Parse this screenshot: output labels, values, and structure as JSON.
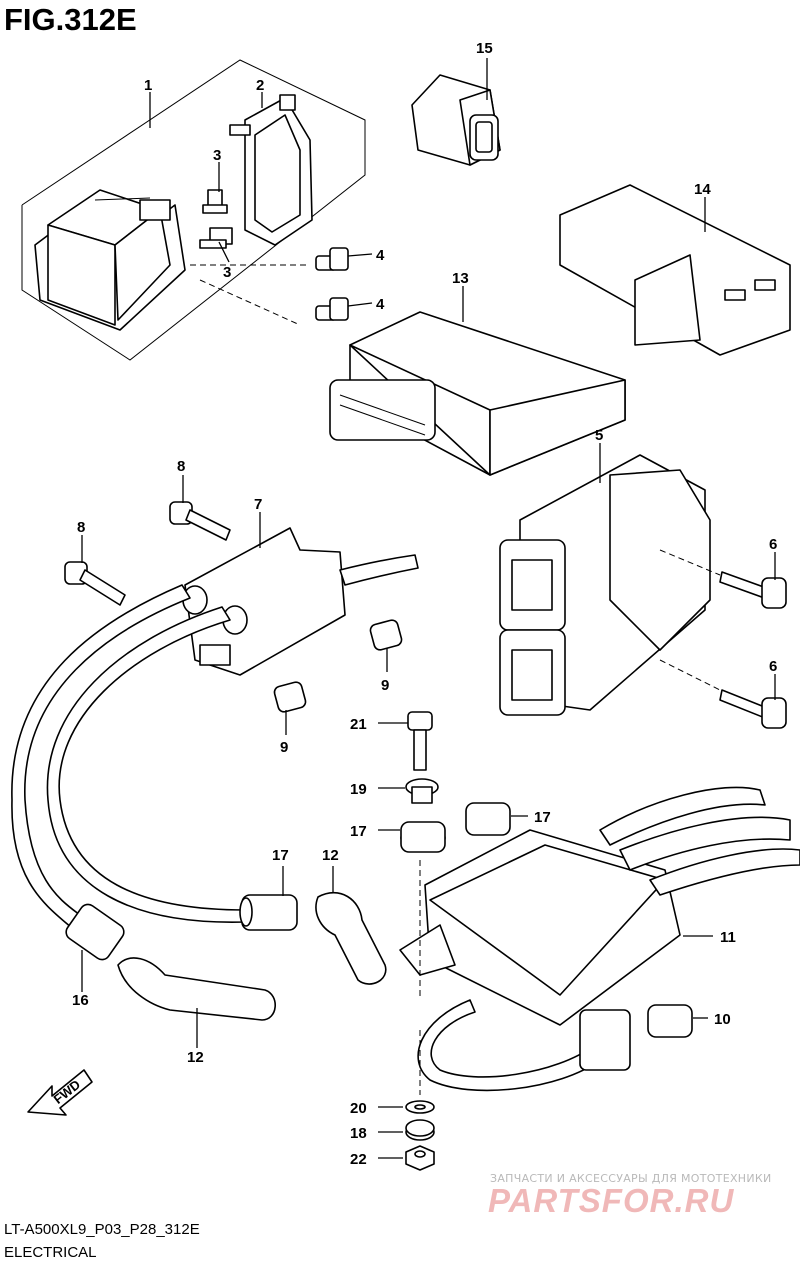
{
  "figure": {
    "title": "FIG.312E",
    "code": "LT-A500XL9_P03_P28_312E",
    "section": "ELECTRICAL",
    "direction_label": "FWD"
  },
  "watermark": {
    "top": "ЗАПЧАСТИ И АКСЕССУАРЫ ДЛЯ МОТОТЕХНИКИ",
    "logo": "PARTSFOR.RU"
  },
  "callouts": [
    {
      "id": "c1",
      "text": "1"
    },
    {
      "id": "c2",
      "text": "2"
    },
    {
      "id": "c3a",
      "text": "3"
    },
    {
      "id": "c3b",
      "text": "3"
    },
    {
      "id": "c4a",
      "text": "4"
    },
    {
      "id": "c4b",
      "text": "4"
    },
    {
      "id": "c15",
      "text": "15"
    },
    {
      "id": "c14",
      "text": "14"
    },
    {
      "id": "c13",
      "text": "13"
    },
    {
      "id": "c5",
      "text": "5"
    },
    {
      "id": "c8a",
      "text": "8"
    },
    {
      "id": "c8b",
      "text": "8"
    },
    {
      "id": "c7",
      "text": "7"
    },
    {
      "id": "c6a",
      "text": "6"
    },
    {
      "id": "c6b",
      "text": "6"
    },
    {
      "id": "c9a",
      "text": "9"
    },
    {
      "id": "c9b",
      "text": "9"
    },
    {
      "id": "c21",
      "text": "21"
    },
    {
      "id": "c19",
      "text": "19"
    },
    {
      "id": "c17a",
      "text": "17"
    },
    {
      "id": "c17b",
      "text": "17"
    },
    {
      "id": "c17c",
      "text": "17"
    },
    {
      "id": "c12a",
      "text": "12"
    },
    {
      "id": "c11",
      "text": "11"
    },
    {
      "id": "c16",
      "text": "16"
    },
    {
      "id": "c12b",
      "text": "12"
    },
    {
      "id": "c10",
      "text": "10"
    },
    {
      "id": "c20",
      "text": "20"
    },
    {
      "id": "c18",
      "text": "18"
    },
    {
      "id": "c22",
      "text": "22"
    }
  ],
  "colors": {
    "line": "#000000",
    "watermark": "#e5a3a3",
    "watermark_text": "#b9b9b9"
  }
}
